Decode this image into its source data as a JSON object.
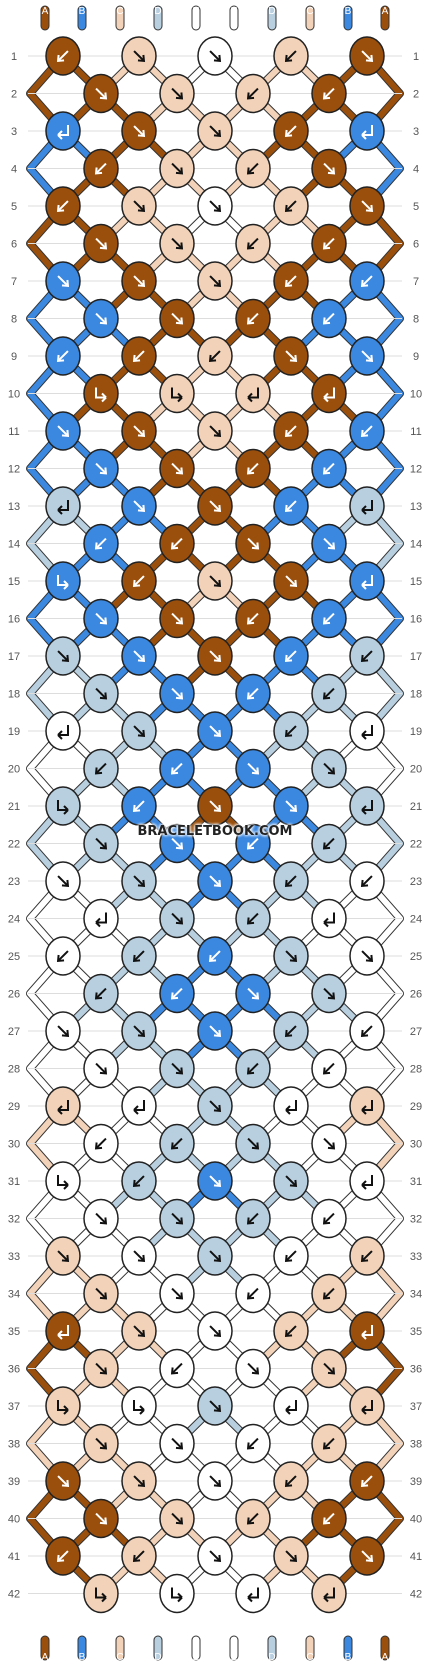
{
  "watermark": "BRACELETBOOK.COM",
  "colors": {
    "A": "#9a4f0c",
    "B": "#3a88e0",
    "C": "#f2d2b8",
    "D": "#b8cfe0",
    "E": "#ffffff"
  },
  "strands": {
    "top": [
      "A",
      "B",
      "C",
      "D",
      "E",
      "E",
      "D",
      "C",
      "B",
      "A"
    ],
    "bottom": [
      "A",
      "B",
      "C",
      "D",
      "E",
      "E",
      "D",
      "C",
      "B",
      "A"
    ]
  },
  "rows": [
    "1",
    "2",
    "3",
    "4",
    "5",
    "6",
    "7",
    "8",
    "9",
    "10",
    "11",
    "12",
    "13",
    "14",
    "15",
    "16",
    "17",
    "18",
    "19",
    "20",
    "21",
    "22",
    "23",
    "24",
    "25",
    "26",
    "27",
    "28",
    "29",
    "30",
    "31",
    "32",
    "33",
    "34",
    "35",
    "36",
    "37",
    "38",
    "39",
    "40",
    "41",
    "42"
  ],
  "knots": [
    {
      "row": 1,
      "cols": [
        {
          "c": "A",
          "d": "SW"
        },
        {
          "c": "C",
          "d": "SE"
        },
        {
          "c": "E",
          "d": "SE"
        },
        {
          "c": "C",
          "d": "SW"
        },
        {
          "c": "A",
          "d": "SE"
        }
      ]
    },
    {
      "row": 2,
      "cols": [
        {
          "c": "A",
          "d": "SE"
        },
        {
          "c": "C",
          "d": "SE"
        },
        {
          "c": "C",
          "d": "SW"
        },
        {
          "c": "A",
          "d": "SW"
        }
      ]
    },
    {
      "row": 3,
      "cols": [
        {
          "c": "B",
          "d": "RSE"
        },
        {
          "c": "A",
          "d": "SE"
        },
        {
          "c": "C",
          "d": "SE"
        },
        {
          "c": "A",
          "d": "SW"
        },
        {
          "c": "B",
          "d": "RSE"
        }
      ]
    },
    {
      "row": 4,
      "cols": [
        {
          "c": "A",
          "d": "SW"
        },
        {
          "c": "C",
          "d": "SE"
        },
        {
          "c": "C",
          "d": "SW"
        },
        {
          "c": "A",
          "d": "SE"
        }
      ]
    },
    {
      "row": 5,
      "cols": [
        {
          "c": "A",
          "d": "SW"
        },
        {
          "c": "C",
          "d": "SE"
        },
        {
          "c": "E",
          "d": "SE"
        },
        {
          "c": "C",
          "d": "SW"
        },
        {
          "c": "A",
          "d": "SE"
        }
      ]
    },
    {
      "row": 6,
      "cols": [
        {
          "c": "A",
          "d": "SE"
        },
        {
          "c": "C",
          "d": "SE"
        },
        {
          "c": "C",
          "d": "SW"
        },
        {
          "c": "A",
          "d": "SW"
        }
      ]
    },
    {
      "row": 7,
      "cols": [
        {
          "c": "B",
          "d": "SE"
        },
        {
          "c": "A",
          "d": "SE"
        },
        {
          "c": "C",
          "d": "SE"
        },
        {
          "c": "A",
          "d": "SW"
        },
        {
          "c": "B",
          "d": "SW"
        }
      ]
    },
    {
      "row": 8,
      "cols": [
        {
          "c": "B",
          "d": "SE"
        },
        {
          "c": "A",
          "d": "SE"
        },
        {
          "c": "A",
          "d": "SW"
        },
        {
          "c": "B",
          "d": "SW"
        }
      ]
    },
    {
      "row": 9,
      "cols": [
        {
          "c": "B",
          "d": "SW"
        },
        {
          "c": "A",
          "d": "SW"
        },
        {
          "c": "C",
          "d": "SW"
        },
        {
          "c": "A",
          "d": "SE"
        },
        {
          "c": "B",
          "d": "SE"
        }
      ]
    },
    {
      "row": 10,
      "cols": [
        {
          "c": "A",
          "d": "RSW"
        },
        {
          "c": "C",
          "d": "RSW"
        },
        {
          "c": "C",
          "d": "RSE"
        },
        {
          "c": "A",
          "d": "RSE"
        }
      ]
    },
    {
      "row": 11,
      "cols": [
        {
          "c": "B",
          "d": "SE"
        },
        {
          "c": "A",
          "d": "SE"
        },
        {
          "c": "C",
          "d": "SE"
        },
        {
          "c": "A",
          "d": "SW"
        },
        {
          "c": "B",
          "d": "SW"
        }
      ]
    },
    {
      "row": 12,
      "cols": [
        {
          "c": "B",
          "d": "SE"
        },
        {
          "c": "A",
          "d": "SE"
        },
        {
          "c": "A",
          "d": "SW"
        },
        {
          "c": "B",
          "d": "SW"
        }
      ]
    },
    {
      "row": 13,
      "cols": [
        {
          "c": "D",
          "d": "RSE"
        },
        {
          "c": "B",
          "d": "SE"
        },
        {
          "c": "A",
          "d": "SE"
        },
        {
          "c": "B",
          "d": "SW"
        },
        {
          "c": "D",
          "d": "RSE"
        }
      ]
    },
    {
      "row": 14,
      "cols": [
        {
          "c": "B",
          "d": "SW"
        },
        {
          "c": "A",
          "d": "SW"
        },
        {
          "c": "A",
          "d": "SE"
        },
        {
          "c": "B",
          "d": "SE"
        }
      ]
    },
    {
      "row": 15,
      "cols": [
        {
          "c": "B",
          "d": "RSW"
        },
        {
          "c": "A",
          "d": "SW"
        },
        {
          "c": "C",
          "d": "SE"
        },
        {
          "c": "A",
          "d": "SE"
        },
        {
          "c": "B",
          "d": "RSE"
        }
      ]
    },
    {
      "row": 16,
      "cols": [
        {
          "c": "B",
          "d": "SE"
        },
        {
          "c": "A",
          "d": "SE"
        },
        {
          "c": "A",
          "d": "SW"
        },
        {
          "c": "B",
          "d": "SW"
        }
      ]
    },
    {
      "row": 17,
      "cols": [
        {
          "c": "D",
          "d": "SE"
        },
        {
          "c": "B",
          "d": "SE"
        },
        {
          "c": "A",
          "d": "SE"
        },
        {
          "c": "B",
          "d": "SW"
        },
        {
          "c": "D",
          "d": "SW"
        }
      ]
    },
    {
      "row": 18,
      "cols": [
        {
          "c": "D",
          "d": "SE"
        },
        {
          "c": "B",
          "d": "SE"
        },
        {
          "c": "B",
          "d": "SW"
        },
        {
          "c": "D",
          "d": "SW"
        }
      ]
    },
    {
      "row": 19,
      "cols": [
        {
          "c": "E",
          "d": "RSE"
        },
        {
          "c": "D",
          "d": "SE"
        },
        {
          "c": "B",
          "d": "SE"
        },
        {
          "c": "D",
          "d": "SW"
        },
        {
          "c": "E",
          "d": "RSE"
        }
      ]
    },
    {
      "row": 20,
      "cols": [
        {
          "c": "D",
          "d": "SW"
        },
        {
          "c": "B",
          "d": "SW"
        },
        {
          "c": "B",
          "d": "SE"
        },
        {
          "c": "D",
          "d": "SE"
        }
      ]
    },
    {
      "row": 21,
      "cols": [
        {
          "c": "D",
          "d": "RSW"
        },
        {
          "c": "B",
          "d": "SW"
        },
        {
          "c": "A",
          "d": "SE"
        },
        {
          "c": "B",
          "d": "SE"
        },
        {
          "c": "D",
          "d": "RSE"
        }
      ]
    },
    {
      "row": 22,
      "cols": [
        {
          "c": "D",
          "d": "SE"
        },
        {
          "c": "B",
          "d": "SE"
        },
        {
          "c": "B",
          "d": "SW"
        },
        {
          "c": "D",
          "d": "SW"
        }
      ]
    },
    {
      "row": 23,
      "cols": [
        {
          "c": "E",
          "d": "SE"
        },
        {
          "c": "D",
          "d": "SE"
        },
        {
          "c": "B",
          "d": "SE"
        },
        {
          "c": "D",
          "d": "SW"
        },
        {
          "c": "E",
          "d": "SW"
        }
      ]
    },
    {
      "row": 24,
      "cols": [
        {
          "c": "E",
          "d": "RSE"
        },
        {
          "c": "D",
          "d": "SE"
        },
        {
          "c": "D",
          "d": "SW"
        },
        {
          "c": "E",
          "d": "RSE"
        }
      ]
    },
    {
      "row": 25,
      "cols": [
        {
          "c": "E",
          "d": "SW"
        },
        {
          "c": "D",
          "d": "SW"
        },
        {
          "c": "B",
          "d": "SW"
        },
        {
          "c": "D",
          "d": "SE"
        },
        {
          "c": "E",
          "d": "SE"
        }
      ]
    },
    {
      "row": 26,
      "cols": [
        {
          "c": "D",
          "d": "SW"
        },
        {
          "c": "B",
          "d": "SW"
        },
        {
          "c": "B",
          "d": "SE"
        },
        {
          "c": "D",
          "d": "SE"
        }
      ]
    },
    {
      "row": 27,
      "cols": [
        {
          "c": "E",
          "d": "SE"
        },
        {
          "c": "D",
          "d": "SE"
        },
        {
          "c": "B",
          "d": "SE"
        },
        {
          "c": "D",
          "d": "SW"
        },
        {
          "c": "E",
          "d": "SW"
        }
      ]
    },
    {
      "row": 28,
      "cols": [
        {
          "c": "E",
          "d": "SE"
        },
        {
          "c": "D",
          "d": "SE"
        },
        {
          "c": "D",
          "d": "SW"
        },
        {
          "c": "E",
          "d": "SW"
        }
      ]
    },
    {
      "row": 29,
      "cols": [
        {
          "c": "C",
          "d": "RSE"
        },
        {
          "c": "E",
          "d": "RSE"
        },
        {
          "c": "D",
          "d": "SE"
        },
        {
          "c": "E",
          "d": "RSE"
        },
        {
          "c": "C",
          "d": "RSE"
        }
      ]
    },
    {
      "row": 30,
      "cols": [
        {
          "c": "E",
          "d": "SW"
        },
        {
          "c": "D",
          "d": "SW"
        },
        {
          "c": "D",
          "d": "SE"
        },
        {
          "c": "E",
          "d": "SE"
        }
      ]
    },
    {
      "row": 31,
      "cols": [
        {
          "c": "E",
          "d": "RSW"
        },
        {
          "c": "D",
          "d": "SW"
        },
        {
          "c": "B",
          "d": "SE"
        },
        {
          "c": "D",
          "d": "SE"
        },
        {
          "c": "E",
          "d": "RSE"
        }
      ]
    },
    {
      "row": 32,
      "cols": [
        {
          "c": "E",
          "d": "SE"
        },
        {
          "c": "D",
          "d": "SE"
        },
        {
          "c": "D",
          "d": "SW"
        },
        {
          "c": "E",
          "d": "SW"
        }
      ]
    },
    {
      "row": 33,
      "cols": [
        {
          "c": "C",
          "d": "SE"
        },
        {
          "c": "E",
          "d": "SE"
        },
        {
          "c": "D",
          "d": "SE"
        },
        {
          "c": "E",
          "d": "SW"
        },
        {
          "c": "C",
          "d": "SW"
        }
      ]
    },
    {
      "row": 34,
      "cols": [
        {
          "c": "C",
          "d": "SE"
        },
        {
          "c": "E",
          "d": "SE"
        },
        {
          "c": "E",
          "d": "SW"
        },
        {
          "c": "C",
          "d": "SW"
        }
      ]
    },
    {
      "row": 35,
      "cols": [
        {
          "c": "A",
          "d": "RSE"
        },
        {
          "c": "C",
          "d": "SE"
        },
        {
          "c": "E",
          "d": "SE"
        },
        {
          "c": "C",
          "d": "SW"
        },
        {
          "c": "A",
          "d": "RSE"
        }
      ]
    },
    {
      "row": 36,
      "cols": [
        {
          "c": "C",
          "d": "SE"
        },
        {
          "c": "E",
          "d": "SW"
        },
        {
          "c": "E",
          "d": "SE"
        },
        {
          "c": "C",
          "d": "SE"
        }
      ]
    },
    {
      "row": 37,
      "cols": [
        {
          "c": "C",
          "d": "RSW"
        },
        {
          "c": "E",
          "d": "RSW"
        },
        {
          "c": "D",
          "d": "SE"
        },
        {
          "c": "E",
          "d": "RSE"
        },
        {
          "c": "C",
          "d": "RSE"
        }
      ]
    },
    {
      "row": 38,
      "cols": [
        {
          "c": "C",
          "d": "SE"
        },
        {
          "c": "E",
          "d": "SE"
        },
        {
          "c": "E",
          "d": "SW"
        },
        {
          "c": "C",
          "d": "SW"
        }
      ]
    },
    {
      "row": 39,
      "cols": [
        {
          "c": "A",
          "d": "SE"
        },
        {
          "c": "C",
          "d": "SE"
        },
        {
          "c": "E",
          "d": "SE"
        },
        {
          "c": "C",
          "d": "SW"
        },
        {
          "c": "A",
          "d": "SW"
        }
      ]
    },
    {
      "row": 40,
      "cols": [
        {
          "c": "A",
          "d": "SE"
        },
        {
          "c": "C",
          "d": "SE"
        },
        {
          "c": "C",
          "d": "SW"
        },
        {
          "c": "A",
          "d": "SW"
        }
      ]
    },
    {
      "row": 41,
      "cols": [
        {
          "c": "A",
          "d": "SW"
        },
        {
          "c": "C",
          "d": "SW"
        },
        {
          "c": "E",
          "d": "SE"
        },
        {
          "c": "C",
          "d": "SE"
        },
        {
          "c": "A",
          "d": "SE"
        }
      ]
    },
    {
      "row": 42,
      "cols": [
        {
          "c": "C",
          "d": "RSW"
        },
        {
          "c": "E",
          "d": "RSW"
        },
        {
          "c": "E",
          "d": "RSE"
        },
        {
          "c": "C",
          "d": "RSE"
        }
      ]
    }
  ]
}
